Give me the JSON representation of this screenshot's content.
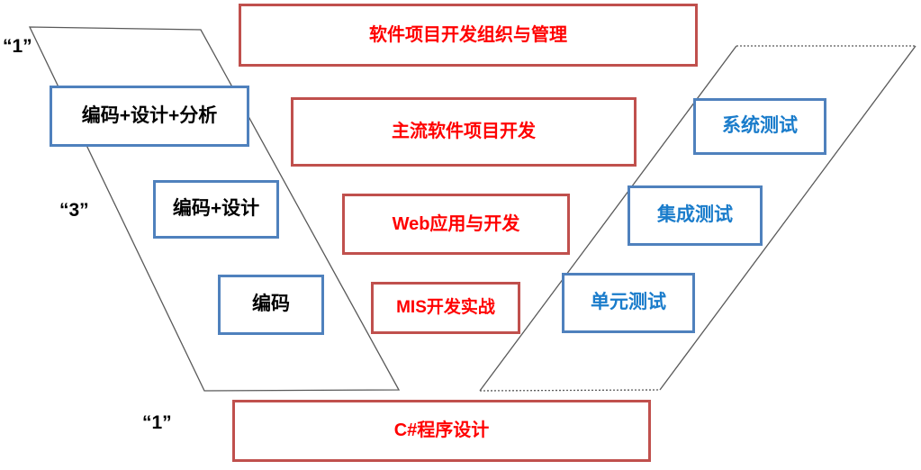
{
  "diagram": {
    "title": "V-model course mapping diagram",
    "labels": {
      "top_left": "“1”",
      "mid_left": "“3”",
      "bottom_left": "“1”"
    },
    "center_boxes": {
      "b1": "软件项目开发组织与管理",
      "b2": "主流软件项目开发",
      "b3": "Web应用与开发",
      "b4": "MIS开发实战",
      "b5": "C#程序设计"
    },
    "left_boxes": [
      "编码+设计+分析",
      "编码+设计",
      "编码"
    ],
    "right_boxes": [
      "系统测试",
      "集成测试",
      "单元测试"
    ],
    "colors": {
      "red_box_border": "#C0504D",
      "red_box_text": "#FF0000",
      "blue_box_border": "#4F81BD",
      "blue_box_text": "#1A7CCB",
      "black_text": "#000000",
      "line": "#595959",
      "background": "#FFFFFF"
    }
  }
}
